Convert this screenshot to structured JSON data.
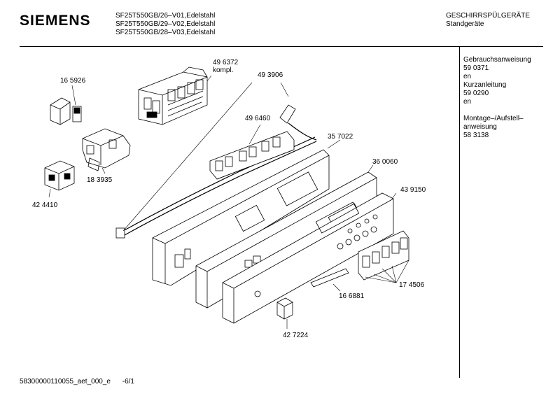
{
  "header": {
    "brand": "SIEMENS",
    "models": [
      "SF25T550GB/26–V01,Edelstahl",
      "SF25T550GB/29–V02,Edelstahl",
      "SF25T550GB/28–V03,Edelstahl"
    ],
    "category": "GESCHIRRSPÜLGERÄTE",
    "subcategory": "Standgeräte"
  },
  "documents": [
    "Gebrauchsanweisung",
    "59 0371",
    "en",
    "Kurzanleitung",
    "59 0290",
    "en",
    "",
    "Montage–/Aufstell–",
    "anweisung",
    "58 3138"
  ],
  "parts": {
    "p496372": "49 6372",
    "p496372_note": "kompl.",
    "p165926": "16 5926",
    "p493906": "49 3906",
    "p496460": "49 6460",
    "p357022": "35 7022",
    "p360060": "36 0060",
    "p439150": "43 9150",
    "p183935": "18 3935",
    "p424410": "42 4410",
    "p174506": "17 4506",
    "p166881": "16 6881",
    "p427224": "42 7224"
  },
  "footer": {
    "doc_id": "58300000110055_aet_000_e",
    "page": "-6/1"
  }
}
